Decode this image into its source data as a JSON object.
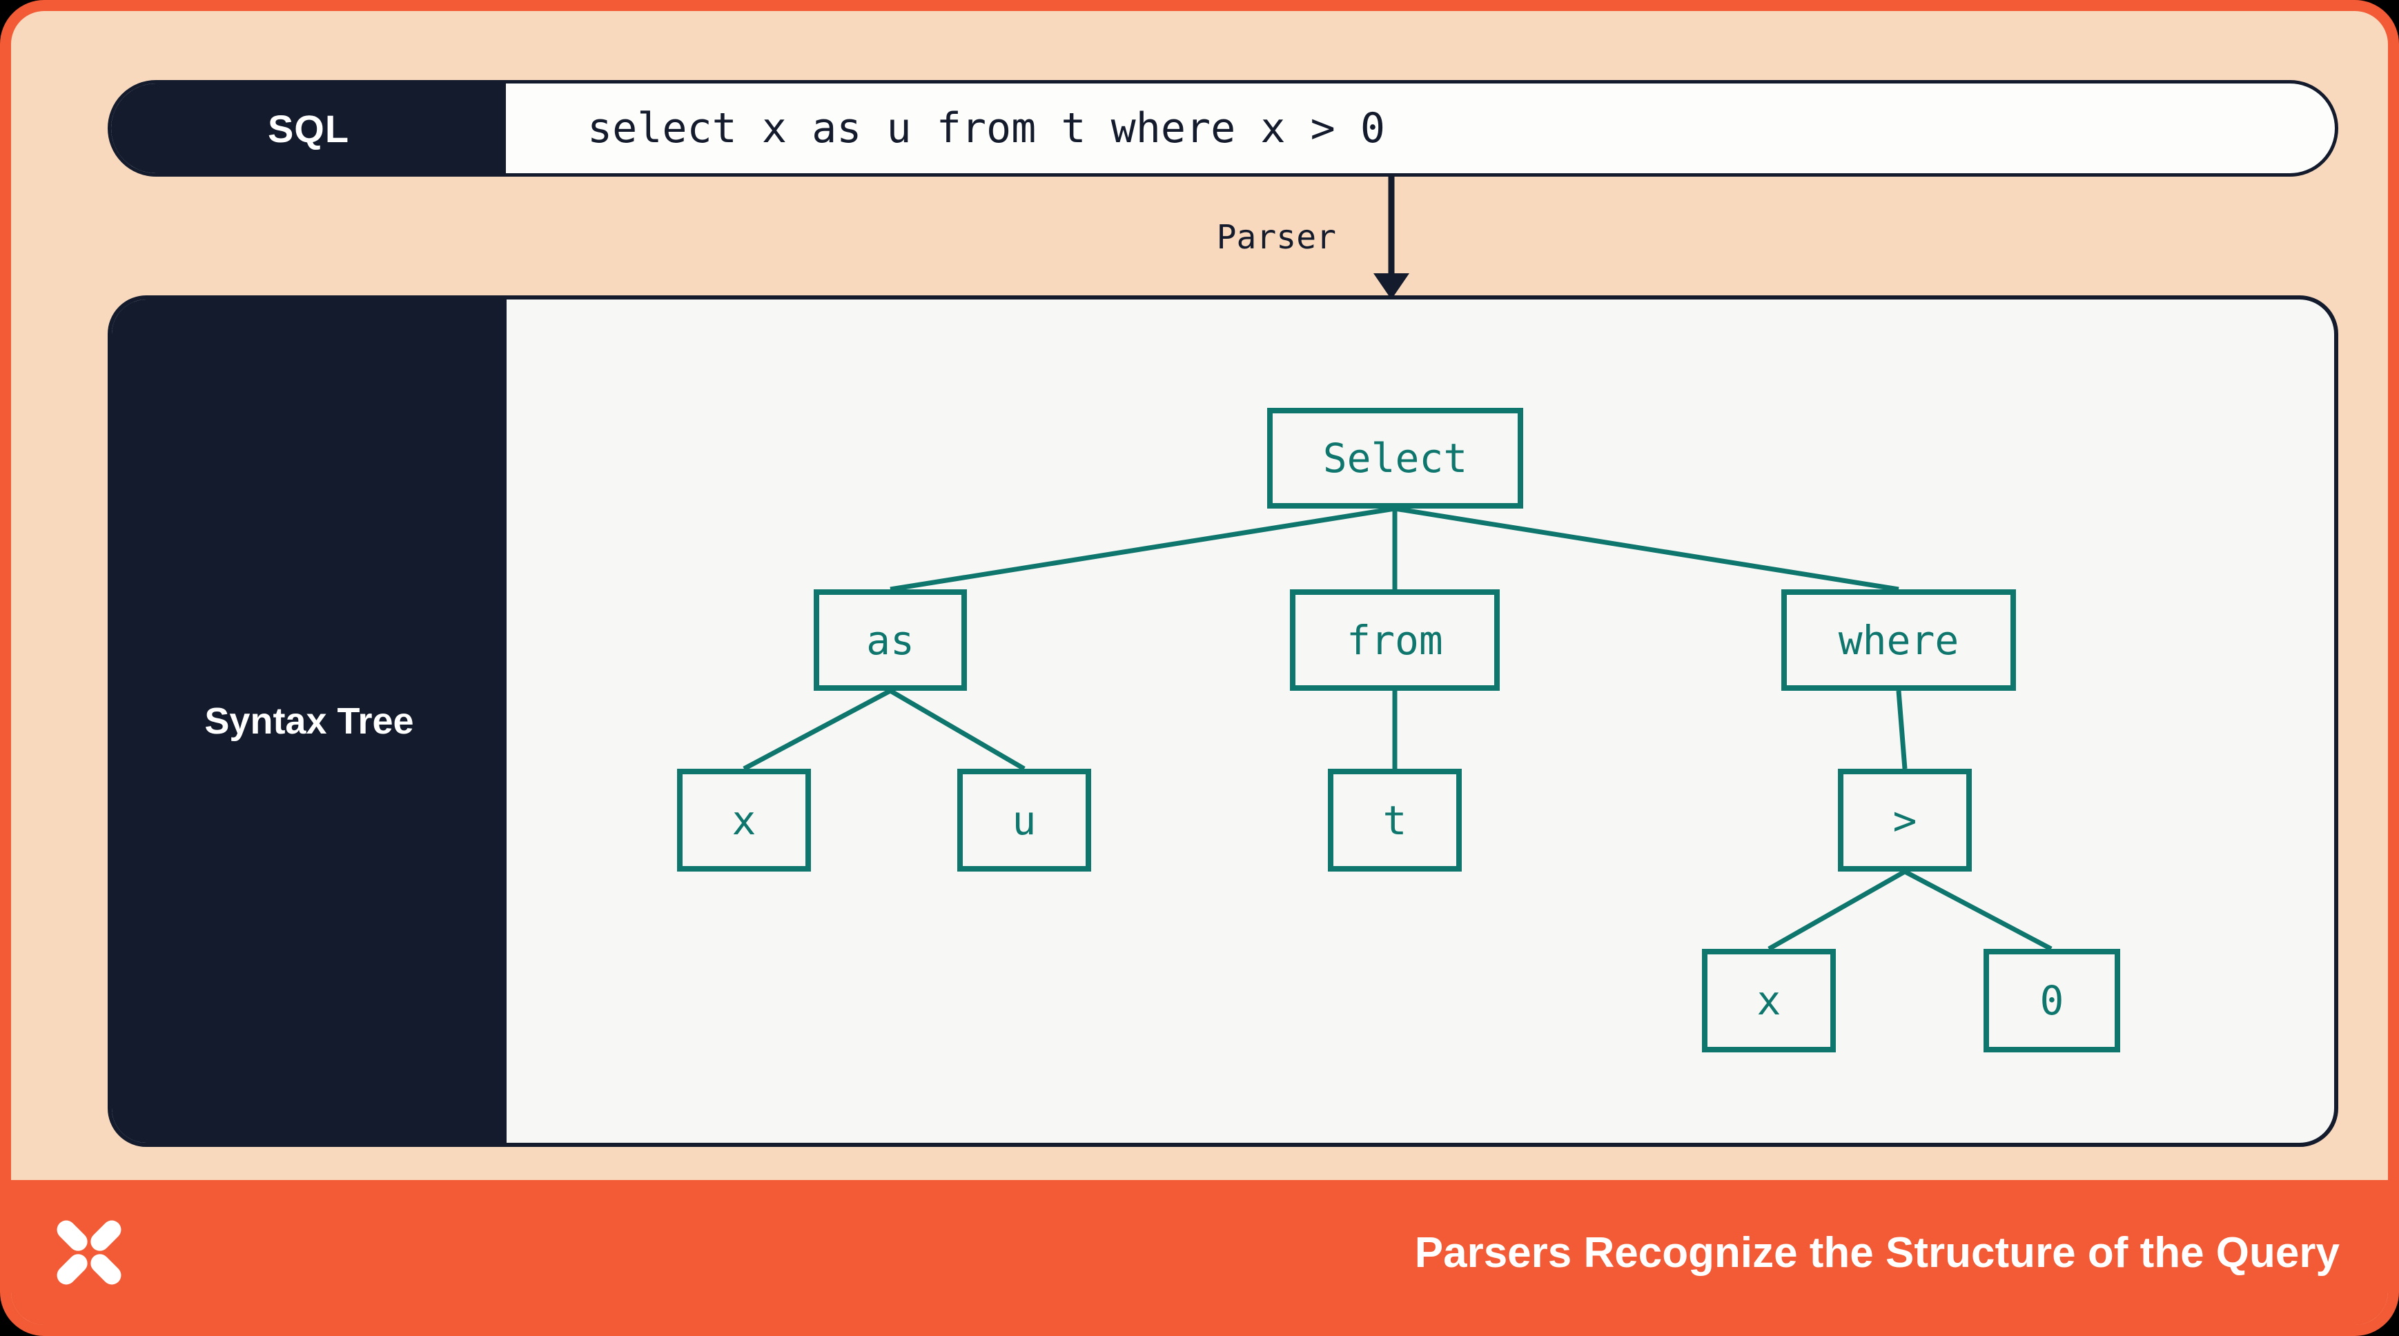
{
  "colors": {
    "navy": "#131b2d",
    "teal": "#0f766e",
    "coral": "#f25b35",
    "peach": "#f9d9bd",
    "panel": "#f7f8f5"
  },
  "sql_bar": {
    "label": "SQL",
    "query": "select x as u from t where x > 0"
  },
  "parser": {
    "label": "Parser"
  },
  "syntax_tree": {
    "label": "Syntax Tree",
    "nodes": {
      "root": "Select",
      "as_node": "as",
      "from_node": "from",
      "where_node": "where",
      "x_alias": "x",
      "u_alias": "u",
      "t_table": "t",
      "gt_op": ">",
      "x_operand": "x",
      "zero_operand": "0"
    },
    "structure": [
      [
        "Select",
        "as"
      ],
      [
        "Select",
        "from"
      ],
      [
        "Select",
        "where"
      ],
      [
        "as",
        "x"
      ],
      [
        "as",
        "u"
      ],
      [
        "from",
        "t"
      ],
      [
        "where",
        ">"
      ],
      [
        ">",
        "x"
      ],
      [
        ">",
        "0"
      ]
    ]
  },
  "footer": {
    "title": "Parsers Recognize the Structure of the Query",
    "logo": "x-butterfly-logo"
  }
}
